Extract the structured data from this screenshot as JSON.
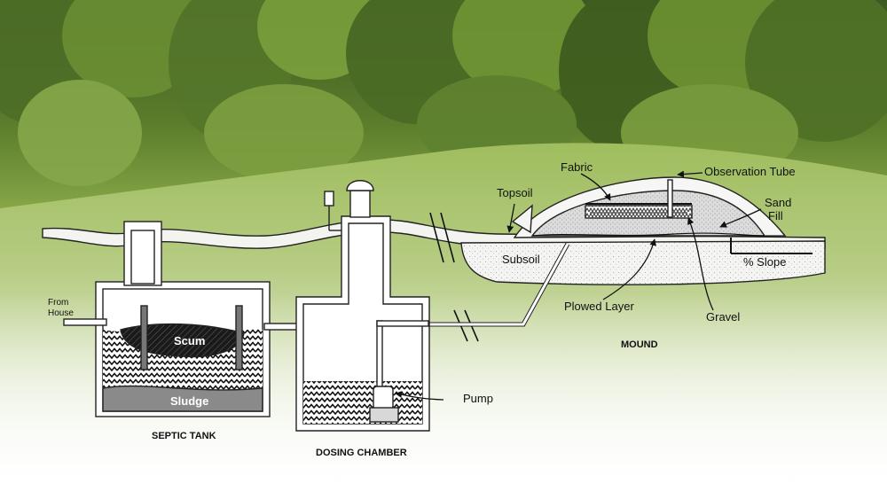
{
  "labels": {
    "from_house": "From\nHouse",
    "scum": "Scum",
    "sludge": "Sludge",
    "septic_tank": "SEPTIC TANK",
    "dosing_chamber": "DOSING CHAMBER",
    "pump": "Pump",
    "topsoil": "Topsoil",
    "subsoil": "Subsoil",
    "fabric": "Fabric",
    "observation_tube": "Observation Tube",
    "sand_fill": "Sand\nFill",
    "slope": "% Slope",
    "plowed_layer": "Plowed Layer",
    "gravel": "Gravel",
    "mound": "MOUND"
  },
  "colors": {
    "sky_top": "#f3f5ee",
    "forest_dark": "#2f4a1f",
    "forest_light": "#7fa042",
    "meadow": "#a9c36a",
    "fade": "#ffffff",
    "sludge_gray": "#8a8a8a",
    "scum_dark": "#222222",
    "outline": "#222222"
  }
}
